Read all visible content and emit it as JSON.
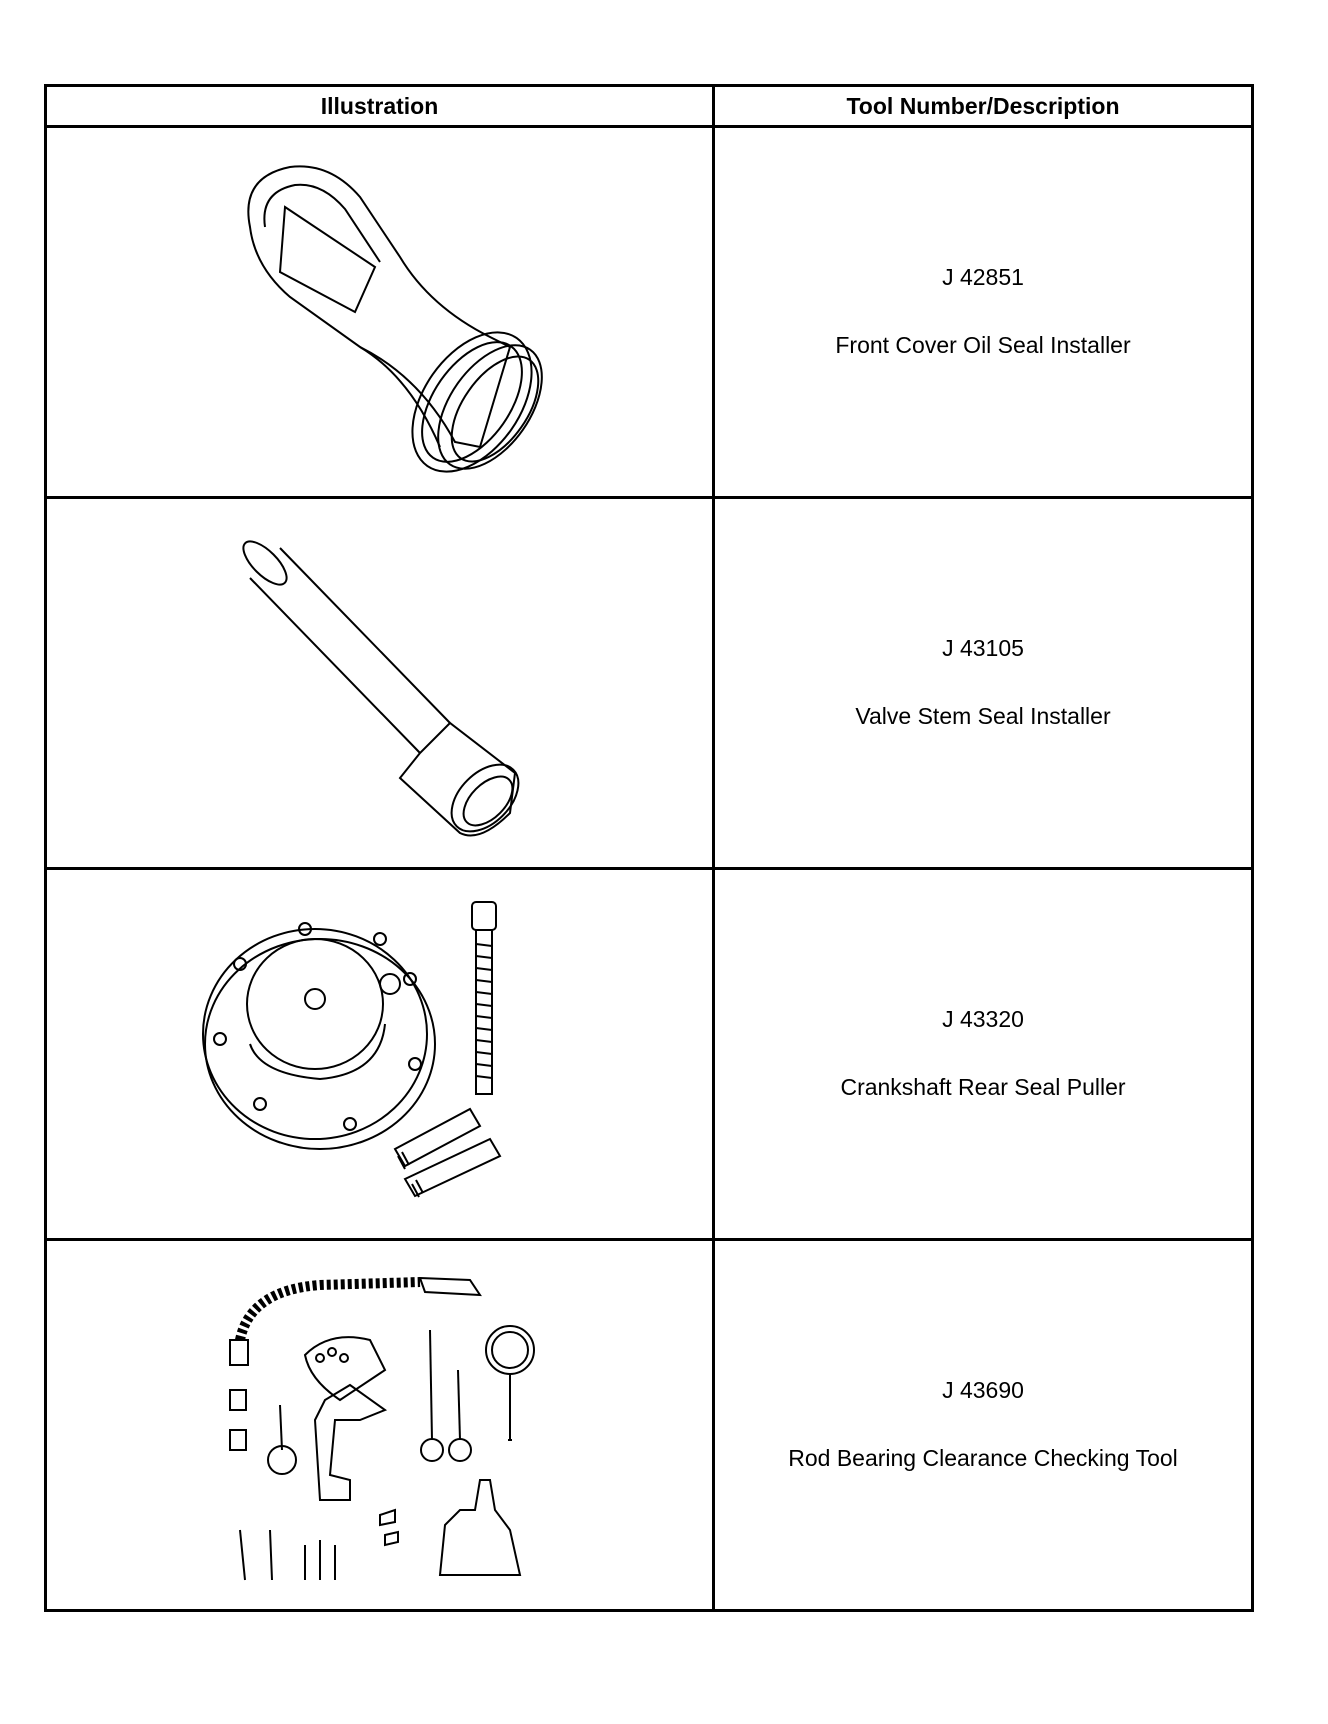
{
  "table": {
    "headers": {
      "illustration": "Illustration",
      "tool": "Tool Number/Description"
    },
    "rows": [
      {
        "tool_number": "J 42851",
        "description": "Front Cover Oil Seal Installer",
        "illustration": "seal-installer-icon"
      },
      {
        "tool_number": "J 43105",
        "description": "Valve Stem Seal Installer",
        "illustration": "valve-stem-installer-icon"
      },
      {
        "tool_number": "J 43320",
        "description": "Crankshaft Rear Seal Puller",
        "illustration": "seal-puller-icon"
      },
      {
        "tool_number": "J 43690",
        "description": "Rod Bearing Clearance Checking Tool",
        "illustration": "bearing-check-kit-icon"
      }
    ]
  }
}
